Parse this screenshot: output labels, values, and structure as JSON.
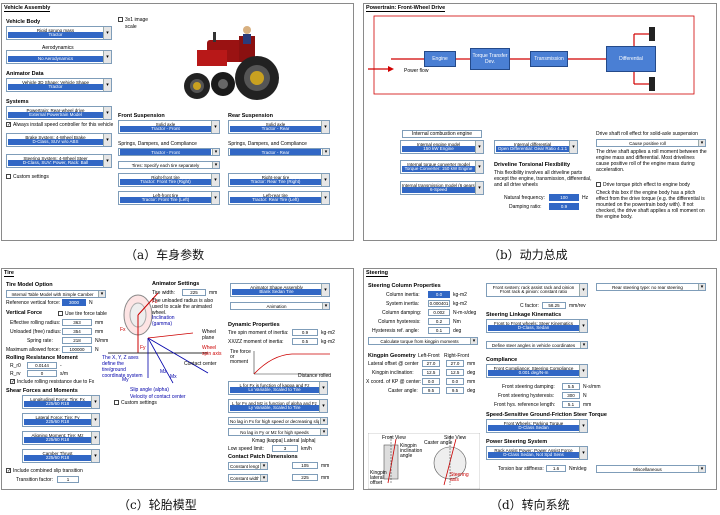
{
  "captions": {
    "a": "（a）车身参数",
    "b": "（b）动力总成",
    "c": "（c）轮胎模型",
    "d": "（d）转向系统"
  },
  "a": {
    "title": "Vehicle Assembly",
    "vehicle_body": "Vehicle Body",
    "body_dd": {
      "t": "Rigid sprung mass",
      "v": "Tractor"
    },
    "aero_label": "Aerodynamics",
    "aero_dd": {
      "t": "",
      "v": "No Aerodynamics"
    },
    "anim_label": "Animator Data",
    "anim_dd": {
      "t": "Vehicle 3D Shape: Vehicle Shape",
      "v": "Tractor"
    },
    "systems_label": "Systems",
    "pt_dd": {
      "t": "Powertrain: Rear-wheel drive",
      "v": "External Powertrain Model"
    },
    "always_install": "Always install speed controller for this vehicle",
    "brake_dd": {
      "t": "Brake System: 4-Wheel Brake",
      "v": "D-Class, SUV w/o ABS"
    },
    "steer_dd": {
      "t": "Steering System: 4-Wheel Steer",
      "v": "D-Class, SUV: Power, Rack: Ball"
    },
    "custom": "Custom settings",
    "img_check": "3x1 image",
    "scale": "scale",
    "front_susp": "Front Suspension",
    "rear_susp": "Rear Suspension",
    "fs_dd": {
      "t": "Solid axle",
      "v": "Tractor - Front"
    },
    "rs_dd": {
      "t": "Solid axle",
      "v": "Tractor - Rear"
    },
    "springs1": "Springs, Dampers, and Compliance",
    "springs2": "Springs, Dampers, and Compliance",
    "fsc_v": "Tractor - Front",
    "rsc_v": "Tractor - Rear",
    "tires_dd": "Tires: Specify each tire separately",
    "rf_dd": {
      "t": "Right-front tire",
      "v": "Tractor: Front Tire (Right)"
    },
    "rr_dd": {
      "t": "Right-rear tire",
      "v": "Tractor: Rear Tire (Right)"
    },
    "lf_dd": {
      "t": "Left-front tire",
      "v": "Tractor: Front Tire (Left)"
    },
    "lr_dd": {
      "t": "Left-rear tire",
      "v": "Tractor: Rear Tire (Left)"
    }
  },
  "b": {
    "title": "Powertrain: Front-Wheel Drive",
    "blocks": [
      "Engine",
      "Torque Transfer Dev.",
      "Transmission",
      "Differential"
    ],
    "power_flow": "Power flow",
    "ice_label": "Internal combustion engine",
    "engine_dd": {
      "t": "Internal engine model",
      "v": "150 kW Engine"
    },
    "diff_dd": {
      "t": "Internal differential",
      "v": "Open Differential: Gear Ratio 4.1:1"
    },
    "tc_dd": {
      "t": "Internal torque converter model",
      "v": "Torque Converter: 150 kW Engine"
    },
    "trans_dd": {
      "t": "Internal transmission model (6 gears)",
      "v": "6-Speed"
    },
    "roll_title": "Drive shaft roll effect for solid-axle suspension",
    "roll_dd": {
      "t": "Cause positive roll"
    },
    "roll_desc": "The drive shaft applies a roll moment between the engine mass and differential. Most drivelines cause positive roll of the engine mass during acceleration.",
    "torq_check": "Drive torque pitch effect to engine body",
    "torq_desc": "Check this box if the engine body has a pitch effect from the drive torque (e.g. the differential is mounted on the powertrain body with). If not checked, the drive shaft applies a roll moment on the engine body.",
    "flex_title": "Driveline Torsional Flexibility",
    "flex_desc": "This flexibility involves all driveline parts except the engine, transmission, differential, and all drive wheels",
    "nat_freq": "Natural frequency:",
    "nat_freq_v": "100",
    "nat_unit": "Hz",
    "damp_ratio": "Damping ratio:",
    "damp_v": "0.9"
  },
  "c": {
    "title": "Tire",
    "tire_model": "Tire Model Option",
    "tm_dd": "Internal Table Model with Simple Camber",
    "ref_vert": "Reference vertical force:",
    "ref_v": "3000",
    "ref_u": "N",
    "vertical_force": "Vertical Force",
    "use_table": "Use tire force table",
    "eff_rr": "Effective rolling radius:",
    "eff_rr_v": "363",
    "eff_rr_u": "mm",
    "unl_r": "Unloaded (free) radius:",
    "unl_r_v": "354",
    "unl_r_u": "mm",
    "spring": "Spring rate:",
    "spring_v": "218",
    "spring_u": "N/mm",
    "max_force": "Maximum allowed force:",
    "max_force_v": "100000",
    "max_force_u": "N",
    "rr_moment": "Rolling Resistance Moment",
    "rr0": "R_r0",
    "rr0_v": "0.0144",
    "rr0_u": "-",
    "rrv": "R_rv",
    "rrv_v": "0",
    "rrv_u": "s/m",
    "include_rr": "Include rolling resistance due to Fx",
    "shear": "Shear Forces and Moments",
    "long_dd": {
      "t": "Longitudinal Force: Tire: Fx",
      "v": "225/60 R18"
    },
    "lat_dd": {
      "t": "Lateral Force: Tire: Fy",
      "v": "225/60 R18"
    },
    "align_dd": {
      "t": "Aligning Moment: Tire: Mz",
      "v": "225/60 R18"
    },
    "camber_dd": {
      "t": "Camber Thrust",
      "v": "225/60 R18"
    },
    "combined": "Include combined slip transition",
    "trans_fac": "Transition factor:",
    "trans_v": "1",
    "diag_labels": [
      "Fx",
      "Fy",
      "Fz",
      "Inclination (gamma)",
      "Wheel plane",
      "Wheel spin axis",
      "Slip angle (alpha)",
      "Velocity of contact center",
      "Contact center",
      "Mx",
      "My",
      "Mz",
      "The X, Y, Z axes define the tire/ground coordinate system"
    ],
    "anim_settings": "Animator Settings",
    "tire_width": "Tire width:",
    "tire_width_v": "225",
    "tire_width_u": "mm",
    "anim_desc": "The unloaded radius is also used to scale the animated wheel.",
    "anim_shape_dd": {
      "t": "Animator Shape Assembly",
      "v": "Blank Sedan Tire"
    },
    "anim_dd2": "Animation",
    "custom": "Custom settings",
    "dyn_title": "Dynamic Properties",
    "dyn1": "Tire spin moment of inertia:",
    "dyn1_v": "0.9",
    "dyn1_u": "kg·m2",
    "dyn2": "XX/ZZ moment of inertia:",
    "dyn2_v": "0.5",
    "dyn2_u": "kg·m2",
    "relax": "Tire force or moment",
    "relax_x": "Distance rolled",
    "lx_dd": {
      "t": "L for Fx is function of kappa and Fz",
      "v": "Lx Variable, Scaled to Tire"
    },
    "ly_dd": {
      "t": "L for Fy and Mz is function of alpha and Fz",
      "v": "Ly Variable, Scaled to Tire"
    },
    "lag1": "No lag in Fx for high speed or decreasing slip",
    "lag2": "No lag in Fy or Mz for high speeds",
    "kappa_hdr": "Kmag  |kappa|  Lateral |alpha|",
    "low_speed": "Low speed limit:",
    "low_v": "3",
    "low_u": "km/h",
    "patch_title": "Contact Patch Dimensions",
    "const_len": "Constant length",
    "const_len_v": "105",
    "const_len_u": "mm",
    "const_wid": "Constant width",
    "const_wid_v": "225",
    "const_wid_u": "mm"
  },
  "d": {
    "title": "Steering",
    "col_title": "Steering Column Properties",
    "rows": [
      {
        "l": "Column inertia:",
        "v": "0.0",
        "u": "kg-m2"
      },
      {
        "l": "System inertia:",
        "v": "0.000401",
        "u": "kg-m2"
      },
      {
        "l": "Column damping:",
        "v": "0.002",
        "u": "N-m-s/deg"
      },
      {
        "l": "Column hysteresis:",
        "v": "0.2",
        "u": "Nm"
      },
      {
        "l": "Hysteresis ref. angle:",
        "v": "0.1",
        "u": "deg"
      }
    ],
    "calc_btn": "Calculate torque from kingpin moments",
    "kp_title": "Kingpin Geometry",
    "kp_left": "Left-Front",
    "kp_right": "Right-Front",
    "kp_rows": [
      {
        "l": "Lateral offset @ center",
        "a": "27.0",
        "b": "27.0",
        "u": "mm"
      },
      {
        "l": "Kingpin inclination:",
        "a": "12.5",
        "b": "12.5",
        "u": "deg"
      },
      {
        "l": "X coord. of KP @ center:",
        "a": "0.0",
        "b": "0.0",
        "u": "mm"
      },
      {
        "l": "Caster angle:",
        "a": "9.5",
        "b": "9.5",
        "u": "deg"
      }
    ],
    "fr_dd": {
      "t": "Front system: rack assist rack and pinion",
      "v": "Front rack & pinion: constant ratio"
    },
    "rear_sys": "Rear steering type: no rear steering",
    "c_factor": "C factor:",
    "c_v": "58.25",
    "c_u": "mm/rev",
    "link_title": "Steering Linkage Kinematics",
    "link_dd": {
      "t": "Front to Front wheels: Steer Kinematics",
      "v": "D-Class, Sedan"
    },
    "def_dd": "Define steer angles in vehicle coordinates",
    "comp_title": "Compliance",
    "comp_dd": {
      "t": "Front Compliance: Steering Compliance",
      "v": "0.001 deg/N-m"
    },
    "comp_rows": [
      {
        "l": "Front steering damping:",
        "v": "5.5",
        "u": "N-s/mm"
      },
      {
        "l": "Front steering hysteresis:",
        "v": "300",
        "u": "N"
      },
      {
        "l": "Front hys. reference length:",
        "v": "5.1",
        "u": "mm"
      }
    ],
    "fric_title": "Speed-Sensitive Ground-Friction Steer Torque",
    "fric_dd": {
      "t": "Front Wheels: Parking Torque",
      "v": "D-Class Sedan"
    },
    "pw_title": "Power Steering System",
    "pw_dd": {
      "t": "Rack Assist Power: Power Assist Force",
      "v": "D-Class Sedan, Not Spd Sens"
    },
    "tb_label": "Torsion bar stiffness:",
    "tb_v": "1.6",
    "tb_u": "Nm/deg",
    "misc": "Miscellaneous",
    "diag": [
      "Front View",
      "Side View",
      "Kingpin inclination angle",
      "Caster angle",
      "Kingpin lateral offset",
      "Steering axis"
    ]
  }
}
